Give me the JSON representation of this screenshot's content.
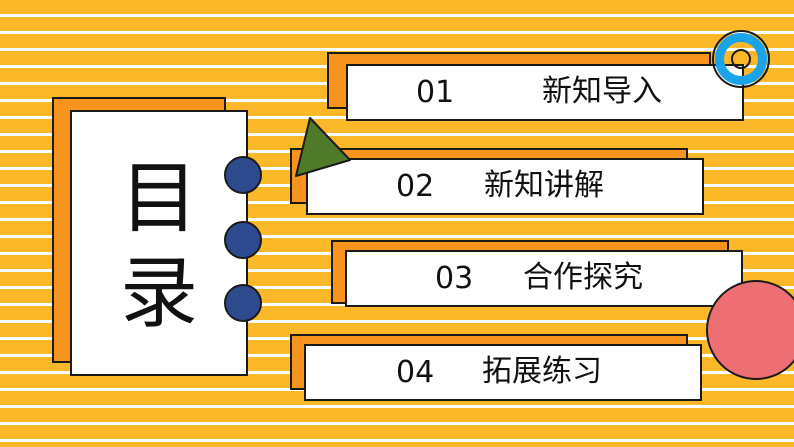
{
  "title": {
    "line1": "目",
    "line2": "录"
  },
  "menu": [
    {
      "num": "01",
      "label": "新知导入"
    },
    {
      "num": "02",
      "label": "新知讲解"
    },
    {
      "num": "03",
      "label": "合作探究"
    },
    {
      "num": "04",
      "label": "拓展练习"
    }
  ],
  "colors": {
    "background": "#fbb829",
    "stripe": "#ffffff",
    "card": "#ffffff",
    "shadow": "#f7941d",
    "ring": "#2e4a8f",
    "triangle": "#4f7a2a",
    "accent_blue": "#1aa3e8",
    "accent_red": "#ee6f73"
  }
}
